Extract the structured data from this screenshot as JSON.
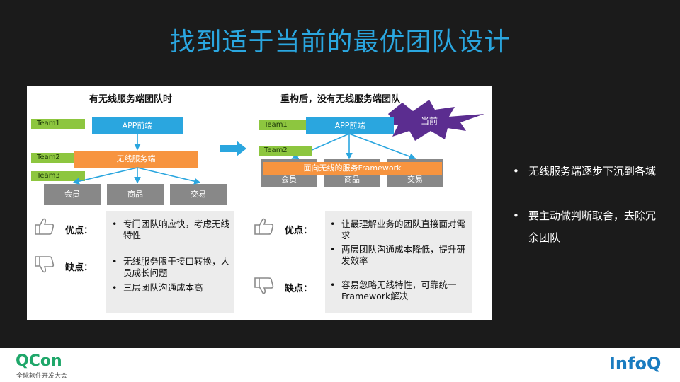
{
  "slide": {
    "title": "找到适于当前的最优团队设计"
  },
  "left": {
    "header": "有无线服务端团队时",
    "teams": [
      "Team1",
      "Team2",
      "Team3"
    ],
    "app_box": "APP前端",
    "server_box": "无线服务端",
    "domains": [
      "会员",
      "商品",
      "交易"
    ],
    "pros_label": "优点：",
    "cons_label": "缺点：",
    "pros": [
      "专门团队响应快，考虑无线特性"
    ],
    "cons": [
      "无线服务限于接口转换，人员成长问题",
      "三层团队沟通成本高"
    ]
  },
  "right": {
    "header": "重构后，没有无线服务端团队",
    "teams": [
      "Team1",
      "Team2"
    ],
    "app_box": "APP前端",
    "current_badge": "当前",
    "framework_box": "面向无线的服务Framework",
    "domains": [
      "会员",
      "商品",
      "交易"
    ],
    "pros_label": "优点：",
    "cons_label": "缺点：",
    "pros": [
      "让最理解业务的团队直接面对需求",
      "两层团队沟通成本降低，提升研发效率"
    ],
    "cons": [
      "容易忽略无线特性，可靠统一Framework解决"
    ]
  },
  "side_notes": [
    "无线服务端逐步下沉到各域",
    "要主动做判断取舍，去除冗余团队"
  ],
  "footer": {
    "qcon_logo": "QCon",
    "qcon_sub": "全球软件开发大会",
    "infoq_logo": "InfoQ"
  },
  "colors": {
    "title": "#2aa6df",
    "team": "#8dc63f",
    "blue": "#2aa6df",
    "orange": "#f7943f",
    "gray": "#888888",
    "badge": "#5b2d90"
  }
}
